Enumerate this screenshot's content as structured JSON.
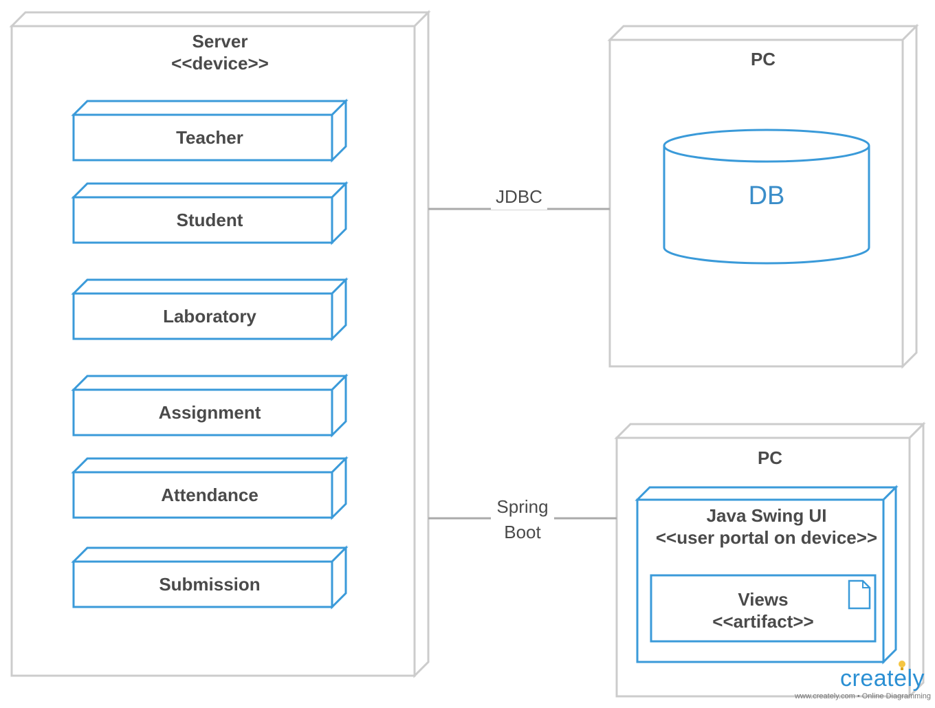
{
  "server": {
    "title": "Server",
    "stereotype": "<<device>>",
    "components": [
      "Teacher",
      "Student",
      "Laboratory",
      "Assignment",
      "Attendance",
      "Submission"
    ]
  },
  "pc_db": {
    "title": "PC",
    "db_label": "DB"
  },
  "pc_ui": {
    "title": "PC",
    "inner_node": {
      "title": "Java Swing UI",
      "stereotype": "<<user portal on device>>"
    },
    "artifact": {
      "title": "Views",
      "stereotype": "<<artifact>>"
    }
  },
  "connections": {
    "jdbc": "JDBC",
    "spring_line1": "Spring",
    "spring_line2": "Boot"
  },
  "watermark": {
    "logo": "creately",
    "tagline": "www.creately.com • Online Diagramming"
  },
  "colors": {
    "node_stroke": "#cccccc",
    "component_stroke": "#3a9ad9",
    "text": "#4a4a4a"
  }
}
